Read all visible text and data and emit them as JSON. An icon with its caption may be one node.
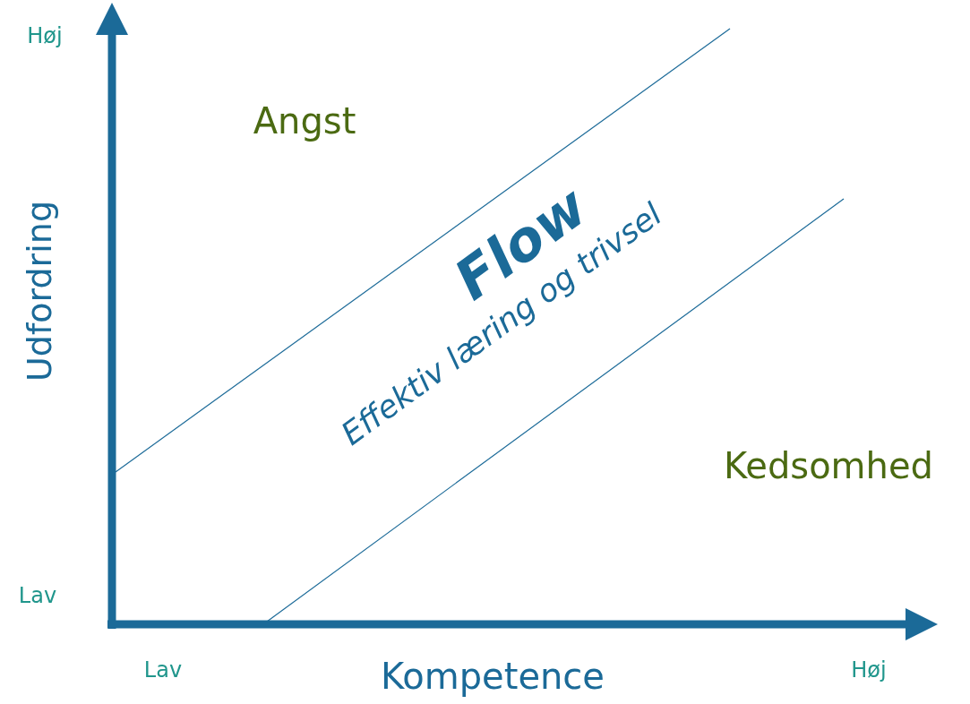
{
  "diagram": {
    "labels": [
      "Høj",
      "Angst",
      "Flow",
      "Udfordring",
      "Effektiv læring og trivsel",
      "Kedsomhed",
      "Lav",
      "Lav",
      "Kompetence",
      "Høj"
    ]
  }
}
